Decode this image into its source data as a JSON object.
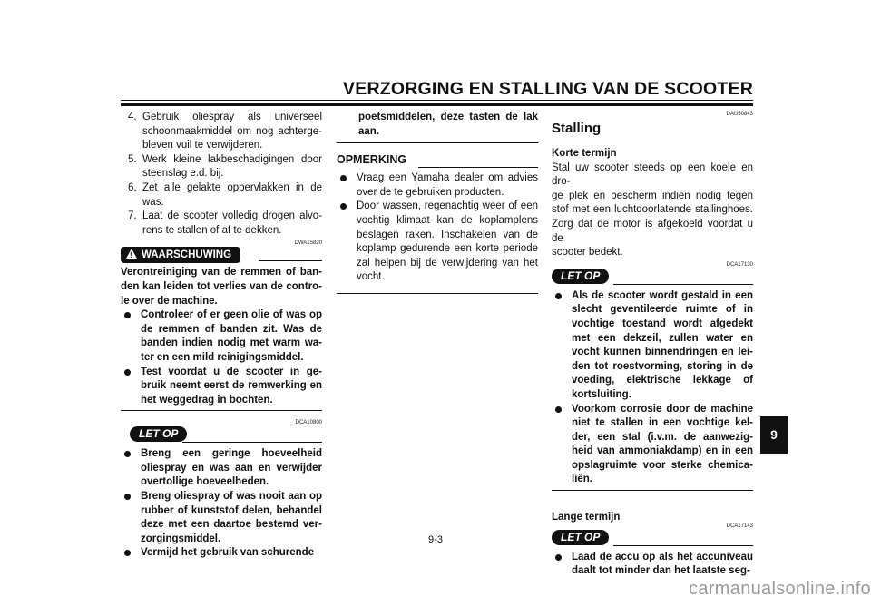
{
  "header": {
    "title": "VERZORGING EN STALLING VAN DE SCOOTER"
  },
  "left": {
    "steps": [
      {
        "num": "4.",
        "lines": [
          "Gebruik oliespray als universeel",
          "schoonmaakmiddel om nog achterge-",
          "bleven vuil te verwijderen."
        ]
      },
      {
        "num": "5.",
        "lines": [
          "Werk kleine lakbeschadigingen door",
          "steenslag e.d. bij."
        ]
      },
      {
        "num": "6.",
        "lines": [
          "Zet alle gelakte oppervlakken in de",
          "was."
        ]
      },
      {
        "num": "7.",
        "lines": [
          "Laat de scooter volledig drogen alvo-",
          "rens te stallen of af te dekken."
        ]
      }
    ],
    "warning": {
      "code": "DWA15820",
      "label": "WAARSCHUWING",
      "intro": [
        "Verontreiniging van de remmen of ban-",
        "den kan leiden tot verlies van de contro-",
        "le over de machine."
      ],
      "bullets": [
        [
          "Controleer of er geen olie of was op",
          "de remmen of banden zit. Was de",
          "banden indien nodig met warm wa-",
          "ter en een mild reinigingsmiddel."
        ],
        [
          "Test voordat u de scooter in ge-",
          "bruik neemt eerst de remwerking en",
          "het weggedrag in bochten."
        ]
      ]
    },
    "caution": {
      "code": "DCA10800",
      "label": "LET OP",
      "bullets": [
        [
          "Breng een geringe hoeveelheid",
          "oliespray en was aan en verwijder",
          "overtollige hoeveelheden."
        ],
        [
          "Breng oliespray of was nooit aan op",
          "rubber of kunststof delen, behandel",
          "deze met een daartoe bestemd ver-",
          "zorgingsmiddel."
        ],
        [
          "Vermijd het gebruik van schurende"
        ]
      ]
    }
  },
  "middle": {
    "continued": [
      "poetsmiddelen, deze tasten de lak",
      "aan."
    ],
    "note": {
      "label": "OPMERKING",
      "bullets": [
        [
          "Vraag een Yamaha dealer om advies",
          "over de te gebruiken producten."
        ],
        [
          "Door wassen, regenachtig weer of een",
          "vochtig klimaat kan de koplamplens",
          "beslagen raken. Inschakelen van de",
          "koplamp gedurende een korte periode",
          "zal helpen bij de verwijdering van het",
          "vocht."
        ]
      ]
    }
  },
  "right": {
    "section_code": "DAU50843",
    "section_title": "Stalling",
    "short_term": {
      "heading": "Korte termijn",
      "lines": [
        "Stal uw scooter steeds op een koele en dro-",
        "ge plek en bescherm indien nodig tegen",
        "stof met een luchtdoorlatende stallinghoes.",
        "Zorg dat de motor is afgekoeld voordat u de",
        "scooter bedekt."
      ]
    },
    "caution1": {
      "code": "DCA17130",
      "label": "LET OP",
      "bullets": [
        [
          "Als de scooter wordt gestald in een",
          "slecht geventileerde ruimte of in",
          "vochtige toestand wordt afgedekt",
          "met een dekzeil, zullen water en",
          "vocht kunnen binnendringen en lei-",
          "den tot roestvorming, storing in de",
          "voeding, elektrische lekkage of",
          "kortsluiting."
        ],
        [
          "Voorkom corrosie door de machine",
          "niet te stallen in een vochtige kel-",
          "der, een stal (i.v.m. de aanwezig-",
          "heid van ammoniakdamp) en in een",
          "opslagruimte voor sterke chemica-",
          "liën."
        ]
      ]
    },
    "long_term": {
      "heading": "Lange termijn",
      "code": "DCA17143",
      "label": "LET OP",
      "bullets": [
        [
          "Laad de accu op als het accuniveau",
          "daalt tot minder dan het laatste seg-"
        ]
      ]
    }
  },
  "footer": {
    "page_number": "9-3",
    "chapter_tab": "9",
    "watermark": "carmanualsonline.info"
  }
}
